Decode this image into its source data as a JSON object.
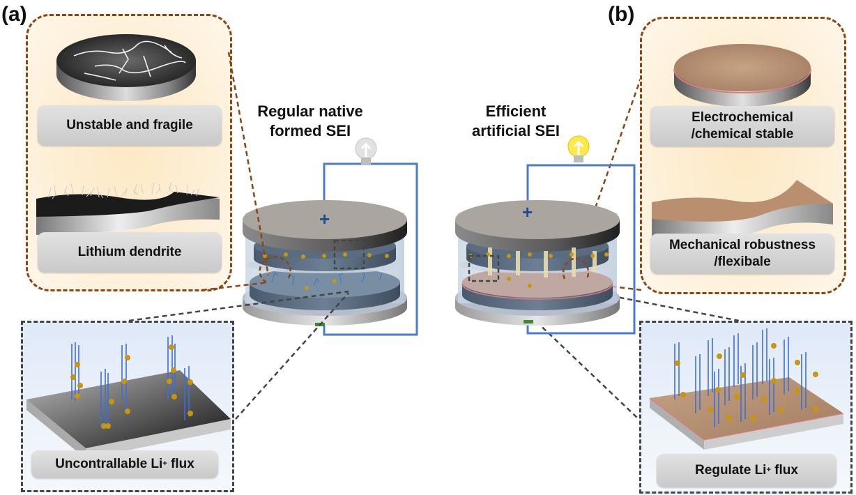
{
  "figure": {
    "panel_a": {
      "label": "(a)",
      "title_line1": "Regular native",
      "title_line2": "formed SEI",
      "features": [
        {
          "label": "Unstable and fragile",
          "illustration": "cracked-lithium-disc"
        },
        {
          "label": "Lithium dendrite",
          "illustration": "dendrite-covered-slab"
        }
      ],
      "flux_label_prefix": "Uncontrallable Li",
      "flux_label_sup": "+",
      "flux_label_suffix": " flux",
      "bulb_state": "off",
      "bulb_color": "#d8d8d8"
    },
    "panel_b": {
      "label": "(b)",
      "title_line1": "Efficient",
      "title_line2": "artificial SEI",
      "features": [
        {
          "label_line1": "Electrochemical",
          "label_line2": "/chemical stable",
          "illustration": "coated-disc"
        },
        {
          "label_line1": "Mechanical robustness",
          "label_line2": "/flexibale",
          "illustration": "coated-flexible-slab"
        }
      ],
      "flux_label_prefix": "Regulate Li",
      "flux_label_sup": "+",
      "flux_label_suffix": " flux",
      "bulb_state": "on",
      "bulb_color": "#ffe94a"
    },
    "circuit": {
      "positive_symbol": "+",
      "negative_symbol": "−",
      "wire_color": "#4a7bd0",
      "positive_color": "#1f4f8a",
      "negative_color": "#3a8a2e"
    },
    "colors": {
      "feature_border": "#8B4513",
      "flux_border": "#444444",
      "li_ion": "#c8960a",
      "flux_arrow": "#3d6fd6",
      "coating": "#c19a7c"
    }
  }
}
